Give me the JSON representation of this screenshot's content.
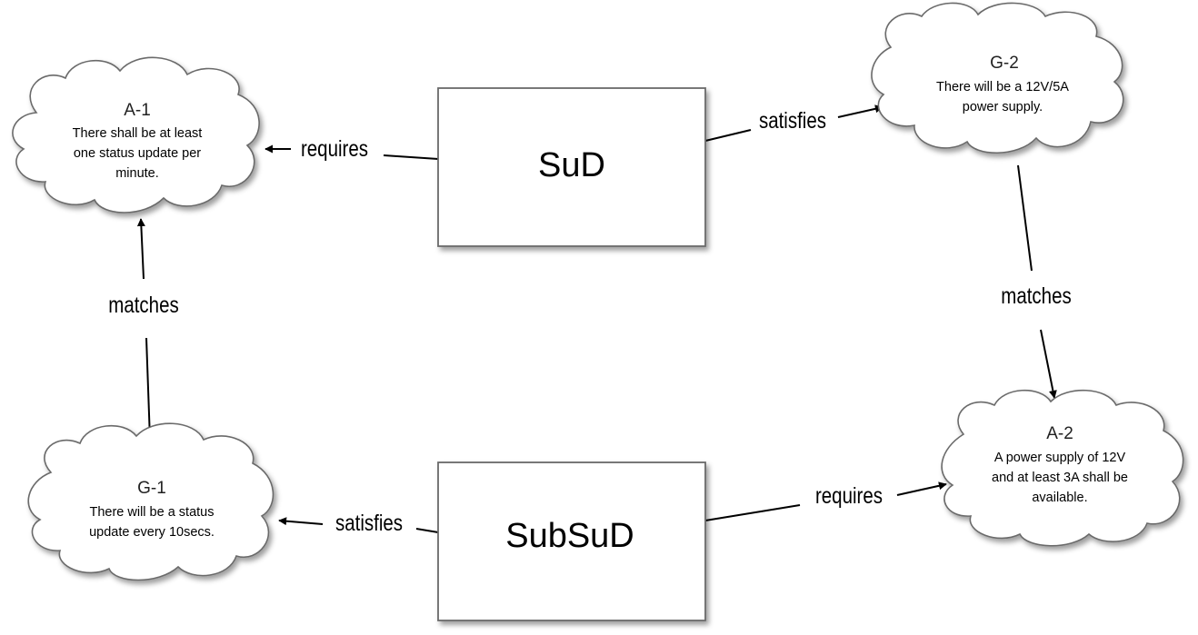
{
  "clouds": {
    "a1": {
      "id": "A-1",
      "lines": [
        "There shall be at least",
        "one status update per",
        "minute."
      ]
    },
    "g2": {
      "id": "G-2",
      "lines": [
        "There will be a 12V/5A",
        "power supply."
      ]
    },
    "g1": {
      "id": "G-1",
      "lines": [
        "There will be a status",
        "update every 10secs."
      ]
    },
    "a2": {
      "id": "A-2",
      "lines": [
        "A power supply of 12V",
        "and at least 3A shall be",
        "available."
      ]
    }
  },
  "boxes": {
    "sud": "SuD",
    "subsud": "SubSuD"
  },
  "edges": {
    "sud_requires": "requires",
    "sud_satisfies": "satisfies",
    "left_matches": "matches",
    "right_matches": "matches",
    "subsud_satisfies": "satisfies",
    "subsud_requires": "requires"
  },
  "colors": {
    "shape_stroke": "#6a6a6a",
    "shape_shadow": "#9a9a9a",
    "arrow": "#000000"
  }
}
